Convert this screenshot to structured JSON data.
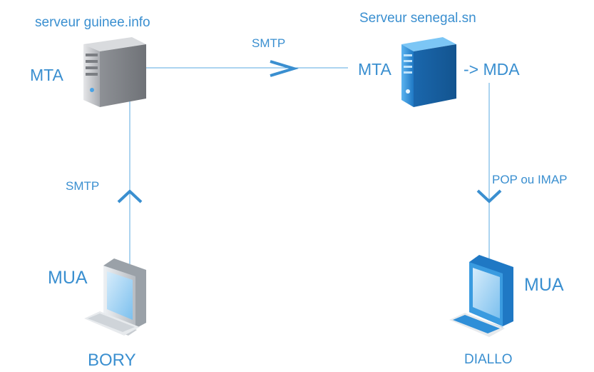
{
  "servers": {
    "left": {
      "title": "serveur guinee.info",
      "role": "MTA",
      "icon": "gray-server-tower-icon"
    },
    "right": {
      "title": "Serveur senegal.sn",
      "role": "MTA",
      "delivery": "-> MDA",
      "icon": "blue-server-tower-icon"
    }
  },
  "clients": {
    "left": {
      "role": "MUA",
      "user": "BORY",
      "icon": "computer-workstation-icon"
    },
    "right": {
      "role": "MUA",
      "user": "DIALLO",
      "icon": "computer-workstation-icon"
    }
  },
  "links": {
    "server_to_server": "SMTP",
    "client_to_server": "SMTP",
    "server_to_client": "POP ou IMAP"
  },
  "colors": {
    "accent": "#3a8fd0",
    "line": "#5aa9e0",
    "gray_server": "#b9bcc1",
    "blue_server": "#2f8fd8"
  }
}
